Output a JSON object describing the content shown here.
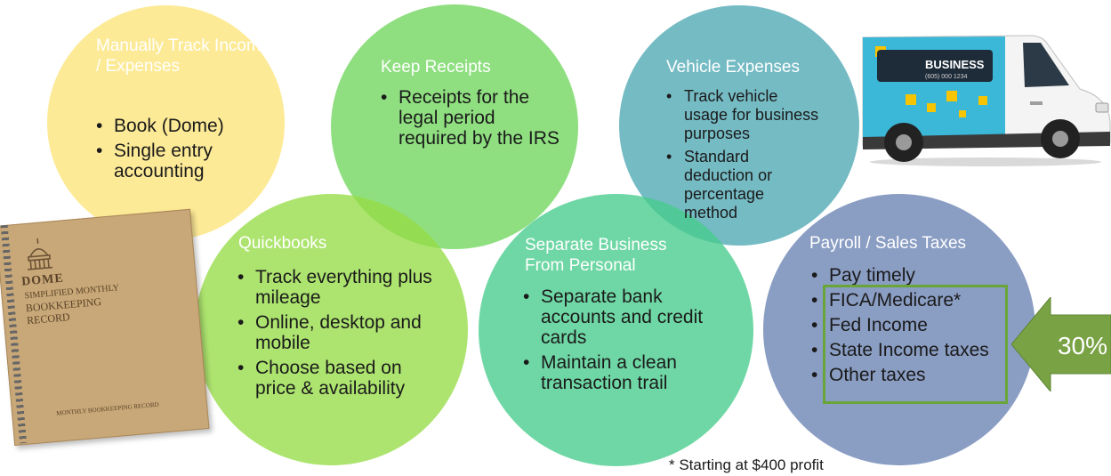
{
  "circles": [
    {
      "title": "Manually Track Income / Expenses",
      "items": [
        "Book (Dome)",
        "Single entry accounting"
      ]
    },
    {
      "title": "Keep Receipts",
      "items": [
        "Receipts for the legal period required by the IRS"
      ]
    },
    {
      "title": "Vehicle Expenses",
      "items": [
        "Track vehicle usage for business purposes",
        "Standard deduction or percentage method"
      ]
    },
    {
      "title": "Quickbooks",
      "items": [
        "Track everything plus mileage",
        "Online, desktop and mobile",
        "Choose based on price & availability"
      ]
    },
    {
      "title": "Separate Business From Personal",
      "items": [
        "Separate bank accounts and credit cards",
        "Maintain a clean transaction trail"
      ]
    },
    {
      "title": "Payroll / Sales Taxes",
      "items": [
        "Pay timely",
        "FICA/Medicare*",
        "Fed Income",
        "State Income taxes",
        "Other taxes"
      ]
    }
  ],
  "callout": {
    "value": "30%"
  },
  "footnote": "* Starting at $400 profit",
  "book_image": {
    "brand": "DOME",
    "title_line1": "SIMPLIFIED MONTHLY",
    "title_line2": "BOOKKEEPING",
    "title_line3": "RECORD",
    "bottom_label": "MONTHLY BOOKKEEPING RECORD"
  },
  "van_image": {
    "sign": "BUSINESS",
    "phone": "(605) 000 1234"
  },
  "colors": {
    "yellow": "#fce98a",
    "green": "#7fd86a",
    "teal": "#6bbec4",
    "lime": "#a6e05a",
    "mint": "#56d49a",
    "slate": "#7f93bc",
    "highlight_box": "#6aa53a",
    "arrow": "#78a244"
  }
}
